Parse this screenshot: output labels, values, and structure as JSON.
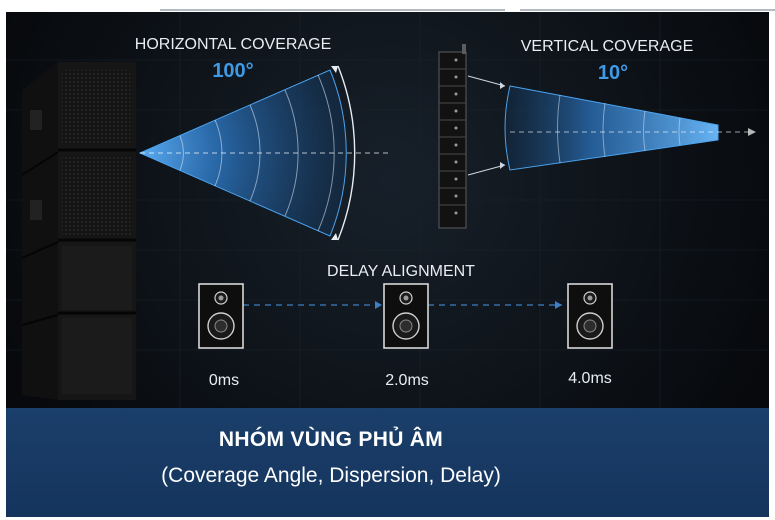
{
  "horizontal": {
    "label": "HORIZONTAL COVERAGE",
    "angle": "100°"
  },
  "vertical": {
    "label": "VERTICAL COVERAGE",
    "angle": "10°"
  },
  "delay": {
    "label": "DELAY ALIGNMENT",
    "times": [
      "0ms",
      "2.0ms",
      "4.0ms"
    ]
  },
  "banner": {
    "title": "NHÓM VÙNG PHỦ ÂM",
    "subtitle": "(Coverage Angle, Dispersion, Delay)"
  },
  "colors": {
    "background": "#0b1014",
    "beam": "#3f9ae6",
    "banner": "#173a63",
    "text": "#e8edf3"
  }
}
